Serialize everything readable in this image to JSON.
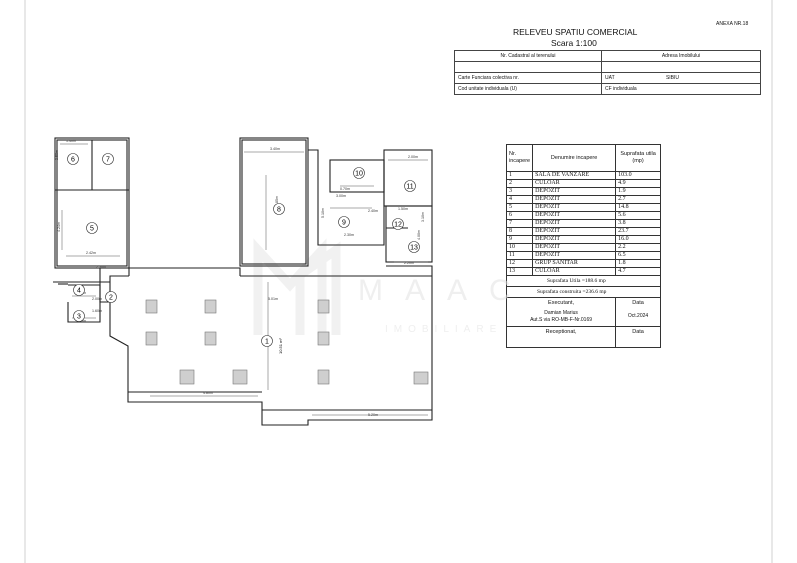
{
  "annex": "ANEXA NR.18",
  "title": "RELEVEU SPATIU COMERCIAL",
  "scale": "Scara 1:100",
  "header": {
    "cadastral_label": "Nr. Cadastral al terenului",
    "address_label": "Adresa Imobilului",
    "cf_colectiva": "Carte Funciara colectiva nr.",
    "uat_label": "UAT",
    "uat_value": "SIBIU",
    "cod_unitate": "Cod unitate individuala   (U)",
    "cf_individuala": "CF  individuala"
  },
  "rooms_table": {
    "col_nr": "Nr. incapere",
    "col_name": "Denumire incapere",
    "col_area": "Suprafata utila (mp)",
    "rows": [
      {
        "nr": "1",
        "name": "SALA DE VANZARE",
        "area": "103.0"
      },
      {
        "nr": "2",
        "name": "CULOAR",
        "area": "4.9"
      },
      {
        "nr": "3",
        "name": "DEPOZIT",
        "area": "1.9"
      },
      {
        "nr": "4",
        "name": "DEPOZIT",
        "area": "2.7"
      },
      {
        "nr": "5",
        "name": "DEPOZIT",
        "area": "14.8"
      },
      {
        "nr": "6",
        "name": "DEPOZIT",
        "area": "5.6"
      },
      {
        "nr": "7",
        "name": "DEPOZIT",
        "area": "3.8"
      },
      {
        "nr": "8",
        "name": "DEPOZIT",
        "area": "23.7"
      },
      {
        "nr": "9",
        "name": "DEPOZIT",
        "area": "16.0"
      },
      {
        "nr": "10",
        "name": "DEPOZIT",
        "area": "2.2"
      },
      {
        "nr": "11",
        "name": "DEPOZIT",
        "area": "6.5"
      },
      {
        "nr": "12",
        "name": "GRUP SANITAR",
        "area": "1.8"
      },
      {
        "nr": "13",
        "name": "CULOAR",
        "area": "4.7"
      }
    ],
    "suprafata_utila": "Suprafata Utila =188.6 mp",
    "suprafata_construita": "Suprafata construita =236.6 mp",
    "executant_label": "Executant,",
    "data_label": "Data",
    "executant_name": "Damian Marius",
    "executant_aut": "Aut.S via RO-MB-F-Nr.0169",
    "executant_date": "Oct.2024",
    "receptionat_label": "Receptionat,",
    "data_label_2": "Data"
  },
  "plan": {
    "room_numbers": [
      "1",
      "2",
      "3",
      "4",
      "5",
      "6",
      "7",
      "8",
      "9",
      "10",
      "11",
      "12",
      "13"
    ],
    "room1_area": "10.51 m²",
    "dimensions": [
      "3.40m",
      "1.40m",
      "2.85m",
      "5.10m",
      "1.50m",
      "4.80m",
      "3.00m",
      "2.40m",
      "2.00m",
      "5.20m",
      "0.70m",
      "2.00m",
      "1.60m",
      "4.24m",
      "2.42m",
      "2.20m",
      "5.01m",
      "0.90m",
      "1.00m",
      "2.50m",
      "4.00m",
      "3.10m",
      "3.50m",
      "2.30m"
    ]
  },
  "watermark": {
    "letters": "MAAC",
    "sub": "IMOBILIARE"
  }
}
